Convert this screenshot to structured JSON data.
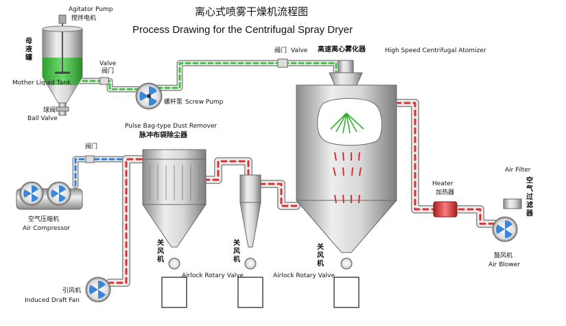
{
  "title": {
    "cn": "离心式喷雾干燥机流程图",
    "en": "Process Drawing for the Centrifugal Spray Dryer"
  },
  "labels": {
    "agitator_pump_en": "Agitator Pump",
    "agitator_pump_cn": "搅拌电机",
    "mother_tank_cn": "母液罐",
    "mother_tank_en": "Mother Liquid Tank",
    "ball_valve_cn": "球阀",
    "ball_valve_en": "Ball Valve",
    "valve1_en": "Valve",
    "valve1_cn": "阀门",
    "screw_pump_cn": "螺杆泵",
    "screw_pump_en": "Screw Pump",
    "valve2_cn": "阀门",
    "valve2_en": "Valve",
    "atomizer_cn": "高速离心雾化器",
    "atomizer_en": "High Speed Centrifugal Atomizer",
    "dust_remover_en": "Pulse Bag-type Dust Remover",
    "dust_remover_cn": "脉冲布袋除尘器",
    "valve3_cn": "阀门",
    "air_compressor_cn": "空气压缩机",
    "air_compressor_en": "Air Compressor",
    "induced_fan_cn": "引风机",
    "induced_fan_en": "Induced Draft Fan",
    "airlock1_cn": "关风机",
    "airlock1_en": "Airlock Rotary Valve",
    "airlock2_cn": "关风机",
    "airlock2_en": "Airlock Rotary Valve",
    "airlock3_cn": "关风机",
    "heater_en": "Heater",
    "heater_cn": "加热器",
    "air_filter_en": "Air Filter",
    "air_filter_cn": "空气过滤器",
    "air_blower_cn": "鼓风机",
    "air_blower_en": "Air Blower"
  },
  "colors": {
    "liquid": "#3fbf3f",
    "hot_air": "#d93030",
    "cold_air": "#2e7bd6",
    "steel": "#c9c9c9",
    "fan_blade": "#3a87d8"
  }
}
